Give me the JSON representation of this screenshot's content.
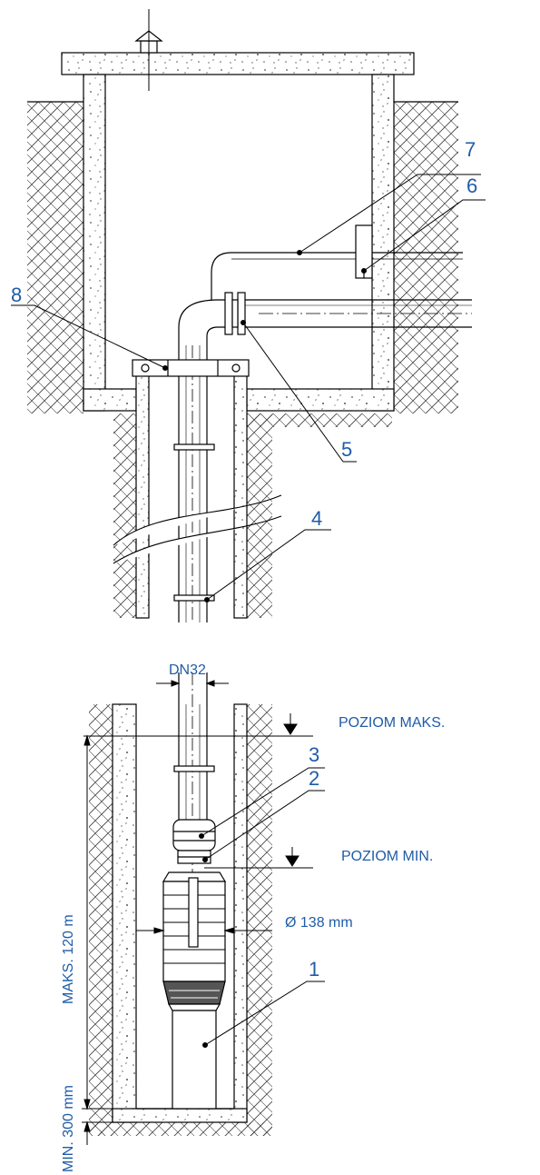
{
  "labels": {
    "l1": "1",
    "l2": "2",
    "l3": "3",
    "l4": "4",
    "l5": "5",
    "l6": "6",
    "l7": "7",
    "l8": "8"
  },
  "annotations": {
    "dn": "DN32",
    "max_level": "POZIOM MAKS.",
    "min_level": "POZIOM MIN.",
    "diameter": "Ø 138 mm",
    "max_depth": "MAKS. 120 m",
    "min_clearance": "MIN. 300 mm"
  },
  "colors": {
    "label": "#1f5ca8",
    "line": "#000000",
    "hatch": "#444444",
    "concrete_dot": "#555555"
  }
}
